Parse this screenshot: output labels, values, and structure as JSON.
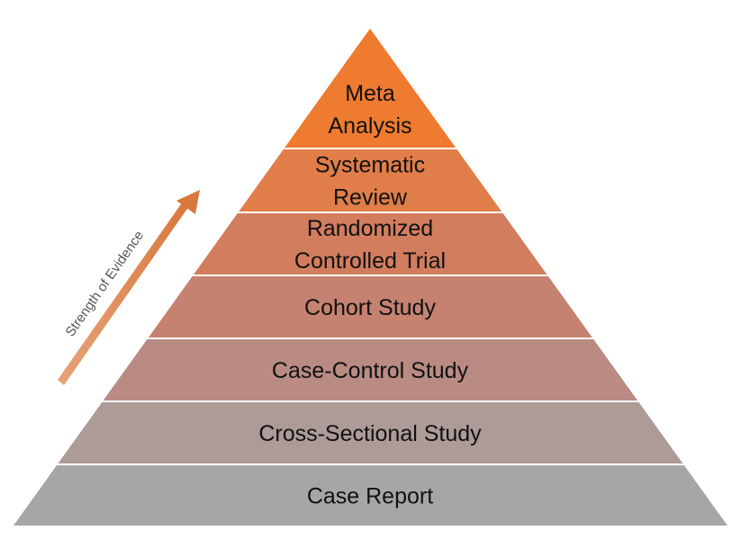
{
  "diagram": {
    "arrow_label": "Strength of Evidence",
    "tiers": [
      {
        "lines": [
          "Meta",
          "Analysis"
        ],
        "color": "#EE7B30"
      },
      {
        "lines": [
          "Systematic",
          "Review"
        ],
        "color": "#E07D49"
      },
      {
        "lines": [
          "Randomized",
          "Controlled Trial"
        ],
        "color": "#D27D5E"
      },
      {
        "lines": [
          "Cohort Study"
        ],
        "color": "#C68270"
      },
      {
        "lines": [
          "Case-Control Study"
        ],
        "color": "#B98B82"
      },
      {
        "lines": [
          "Cross-Sectional Study"
        ],
        "color": "#AD9B98"
      },
      {
        "lines": [
          "Case Report"
        ],
        "color": "#A6A6A6"
      }
    ],
    "arrow_color": "#E09A6A"
  }
}
